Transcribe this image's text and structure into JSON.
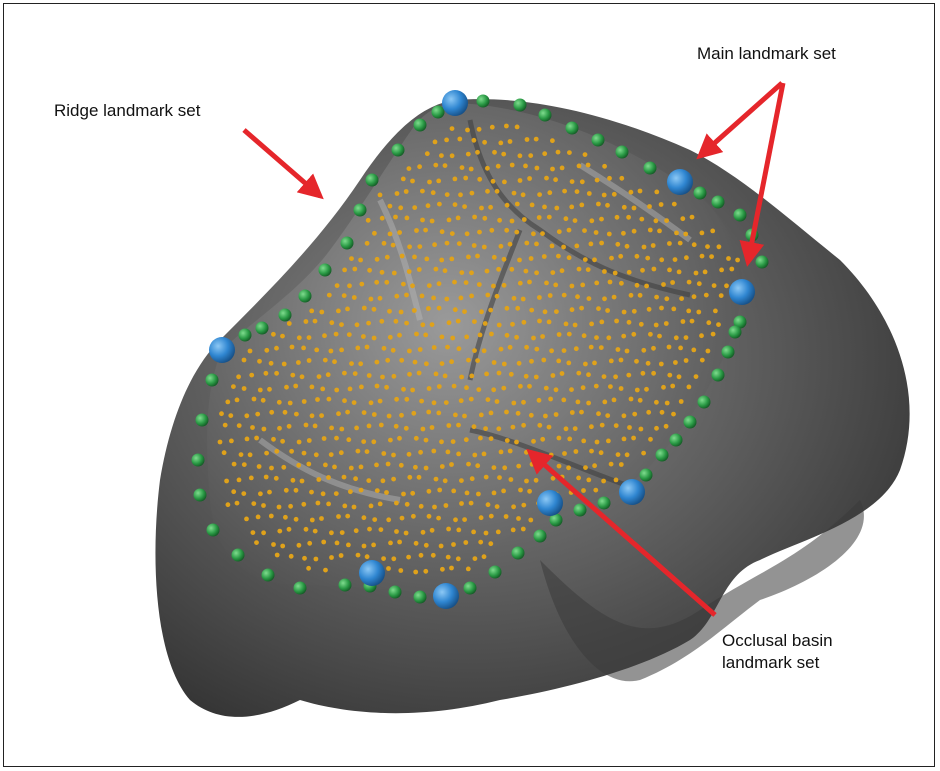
{
  "figure": {
    "labels": {
      "ridge": "Ridge landmark set",
      "main": "Main landmark set",
      "basin_line1": "Occlusal basin",
      "basin_line2": "landmark set"
    },
    "colors": {
      "border": "#222222",
      "arrow": "#e5262b",
      "main_landmark": "#2f86d1",
      "ridge_landmark": "#2a9a45",
      "basin_landmark": "#e0a21a",
      "tooth_surface": "#5a5a5a"
    }
  }
}
